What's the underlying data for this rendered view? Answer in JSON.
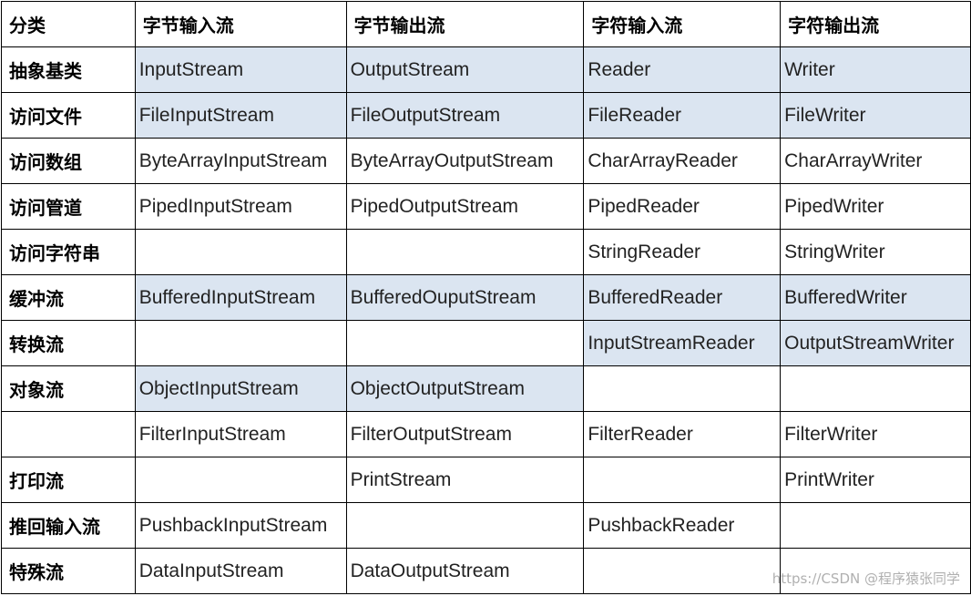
{
  "table": {
    "headers": [
      "分类",
      "字节输入流",
      "字节输出流",
      "字符输入流",
      "字符输出流"
    ],
    "rows": [
      {
        "category": "抽象基类",
        "cells": [
          "InputStream",
          "OutputStream",
          "Reader",
          "Writer"
        ],
        "highlight": [
          true,
          true,
          true,
          true
        ]
      },
      {
        "category": "访问文件",
        "cells": [
          "FileInputStream",
          "FileOutputStream",
          "FileReader",
          "FileWriter"
        ],
        "highlight": [
          true,
          true,
          true,
          true
        ]
      },
      {
        "category": "访问数组",
        "cells": [
          "ByteArrayInputStream",
          "ByteArrayOutputStream",
          "CharArrayReader",
          "CharArrayWriter"
        ],
        "highlight": [
          false,
          false,
          false,
          false
        ]
      },
      {
        "category": "访问管道",
        "cells": [
          "PipedInputStream",
          "PipedOutputStream",
          "PipedReader",
          "PipedWriter"
        ],
        "highlight": [
          false,
          false,
          false,
          false
        ]
      },
      {
        "category": "访问字符串",
        "cells": [
          "",
          "",
          "StringReader",
          "StringWriter"
        ],
        "highlight": [
          false,
          false,
          false,
          false
        ]
      },
      {
        "category": "缓冲流",
        "cells": [
          "BufferedInputStream",
          "BufferedOuputStream",
          "BufferedReader",
          "BufferedWriter"
        ],
        "highlight": [
          true,
          true,
          true,
          true
        ]
      },
      {
        "category": "转换流",
        "cells": [
          "",
          "",
          "InputStreamReader",
          "OutputStreamWriter"
        ],
        "highlight": [
          false,
          false,
          true,
          true
        ]
      },
      {
        "category": "对象流",
        "cells": [
          "ObjectInputStream",
          "ObjectOutputStream",
          "",
          ""
        ],
        "highlight": [
          true,
          true,
          false,
          false
        ]
      },
      {
        "category": "",
        "cells": [
          "FilterInputStream",
          "FilterOutputStream",
          "FilterReader",
          "FilterWriter"
        ],
        "highlight": [
          false,
          false,
          false,
          false
        ]
      },
      {
        "category": "打印流",
        "cells": [
          "",
          "PrintStream",
          "",
          "PrintWriter"
        ],
        "highlight": [
          false,
          false,
          false,
          false
        ]
      },
      {
        "category": "推回输入流",
        "cells": [
          "PushbackInputStream",
          "",
          "PushbackReader",
          ""
        ],
        "highlight": [
          false,
          false,
          false,
          false
        ]
      },
      {
        "category": "特殊流",
        "cells": [
          "DataInputStream",
          "DataOutputStream",
          "",
          ""
        ],
        "highlight": [
          false,
          false,
          false,
          false
        ]
      }
    ]
  },
  "highlight_color": "#dbe5f1",
  "watermark": "https://CSDN @程序猿张同学"
}
